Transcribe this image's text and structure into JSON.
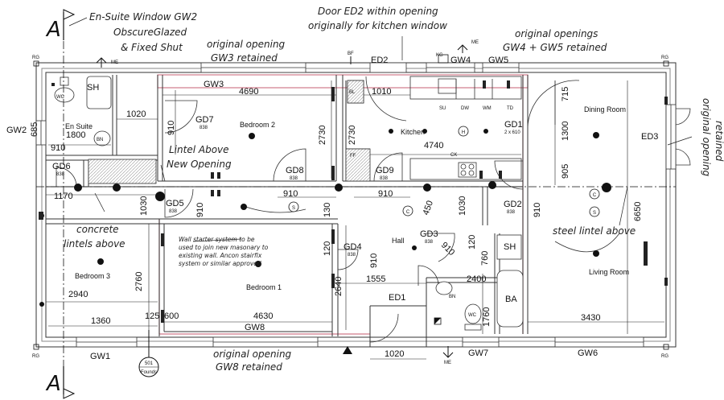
{
  "section_markers": {
    "top": "A",
    "bottom": "A"
  },
  "annotations": {
    "ensuite_window": [
      "En-Suite Window GW2",
      "ObscureGlazed",
      "& Fixed Shut"
    ],
    "gw3_opening": [
      "original opening",
      "GW3 retained"
    ],
    "door_ed2": [
      "Door ED2 within opening",
      "originally for kitchen window"
    ],
    "gw4_gw5": [
      "original openings",
      "GW4 + GW5 retained"
    ],
    "ed3_retained": [
      "original opening",
      "retained"
    ],
    "lintel_new": [
      "Lintel Above",
      "New Opening"
    ],
    "concrete_lintels": [
      "concrete",
      "lintels above"
    ],
    "steel_lintel": "steel lintel above",
    "gw8_opening": [
      "original opening",
      "GW8 retained"
    ],
    "wall_starter": [
      "Wall starter system to be",
      "used to join new masonary to",
      "existing wall. Ancon stairfix",
      "system or similar approved"
    ]
  },
  "rooms": {
    "bedroom2": "Bedroom 2",
    "bedroom3": "Bedroom 3",
    "bedroom1": "Bedroom 1",
    "kitchen": "Kitchen",
    "dining": "Dining Room",
    "living": "Living Room",
    "hall": "Hall",
    "ensuite": "En Suite"
  },
  "windows": {
    "gw1": "GW1",
    "gw2": "GW2",
    "gw3": "GW3",
    "gw4": "GW4",
    "gw5": "GW5",
    "gw6": "GW6",
    "gw7": "GW7",
    "gw8": "GW8",
    "ed1": "ED1",
    "ed2": "ED2",
    "ed3": "ED3"
  },
  "doors": {
    "gd1": "GD1",
    "gd1_size": "2 x 610",
    "gd2": "GD2",
    "gd2_size": "838",
    "gd3": "GD3",
    "gd3_size": "838",
    "gd4": "GD4",
    "gd4_size": "838",
    "gd5": "GD5",
    "gd5_size": "838",
    "gd6": "GD6",
    "gd6_size": "838",
    "gd7": "GD7",
    "gd7_size": "838",
    "gd8": "GD8",
    "gd8_size": "838",
    "gd9": "GD9",
    "gd9_size": "838"
  },
  "dimensions": {
    "d4690": "4690",
    "d1020_top": "1020",
    "d910_gd7": "910",
    "d685": "685",
    "d1800": "1800",
    "d910_left": "910",
    "d2730_a": "2730",
    "d2730_b": "2730",
    "d1010": "1010",
    "d4740": "4740",
    "d715": "715",
    "d1300": "1300",
    "d905": "905",
    "d6650": "6650",
    "d1170": "1170",
    "d910_gd8": "910",
    "d910_gd9": "910",
    "d1030_a": "1030",
    "d910_gd5": "910",
    "d130": "130",
    "d120_a": "120",
    "d450": "450",
    "d1030_b": "1030",
    "d910_gd2": "910",
    "d120_b": "120",
    "d910_gd4": "910",
    "d910_gd3": "910",
    "d760": "760",
    "d2760": "2760",
    "d2940": "2940",
    "d2640": "2640",
    "d1555": "1555",
    "d2400": "2400",
    "d1760": "1760",
    "d3430": "3430",
    "d1360": "1360",
    "d125": "125",
    "d600": "600",
    "d4630": "4630",
    "d1020_bottom": "1020"
  },
  "fixtures": {
    "su": "SU",
    "dw": "DW",
    "wm": "WM",
    "td": "TD",
    "kg": "KG",
    "me": "ME",
    "bf": "BF",
    "bl": "BL",
    "ff": "FF",
    "ck": "CK",
    "sh": "SH",
    "wc": "WC",
    "bn": "BN",
    "ba": "BA",
    "rg": "RG",
    "c": "C",
    "s": "S",
    "h": "H",
    "marker_num": "501",
    "marker_text": "Founds"
  }
}
